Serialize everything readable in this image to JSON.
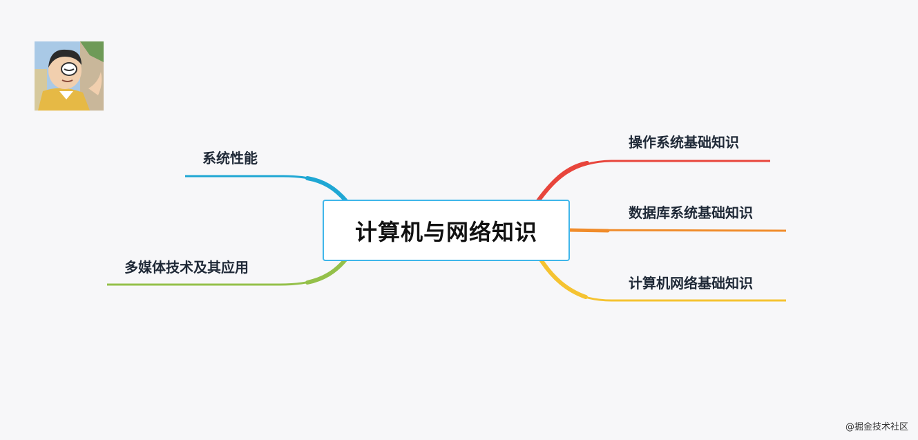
{
  "mindmap": {
    "root": {
      "label": "计算机与网络知识",
      "border_color": "#3fb6ea"
    },
    "branches": [
      {
        "id": "os",
        "label": "操作系统基础知识",
        "color": "#e8453c"
      },
      {
        "id": "db",
        "label": "数据库系统基础知识",
        "color": "#f08c2b"
      },
      {
        "id": "net",
        "label": "计算机网络基础知识",
        "color": "#f5c332"
      },
      {
        "id": "perf",
        "label": "系统性能",
        "color": "#1fa7d4"
      },
      {
        "id": "media",
        "label": "多媒体技术及其应用",
        "color": "#94c04a"
      }
    ]
  },
  "avatar": {
    "icon": "cartoon-avatar-icon"
  },
  "watermark": {
    "text": "@掘金技术社区"
  }
}
